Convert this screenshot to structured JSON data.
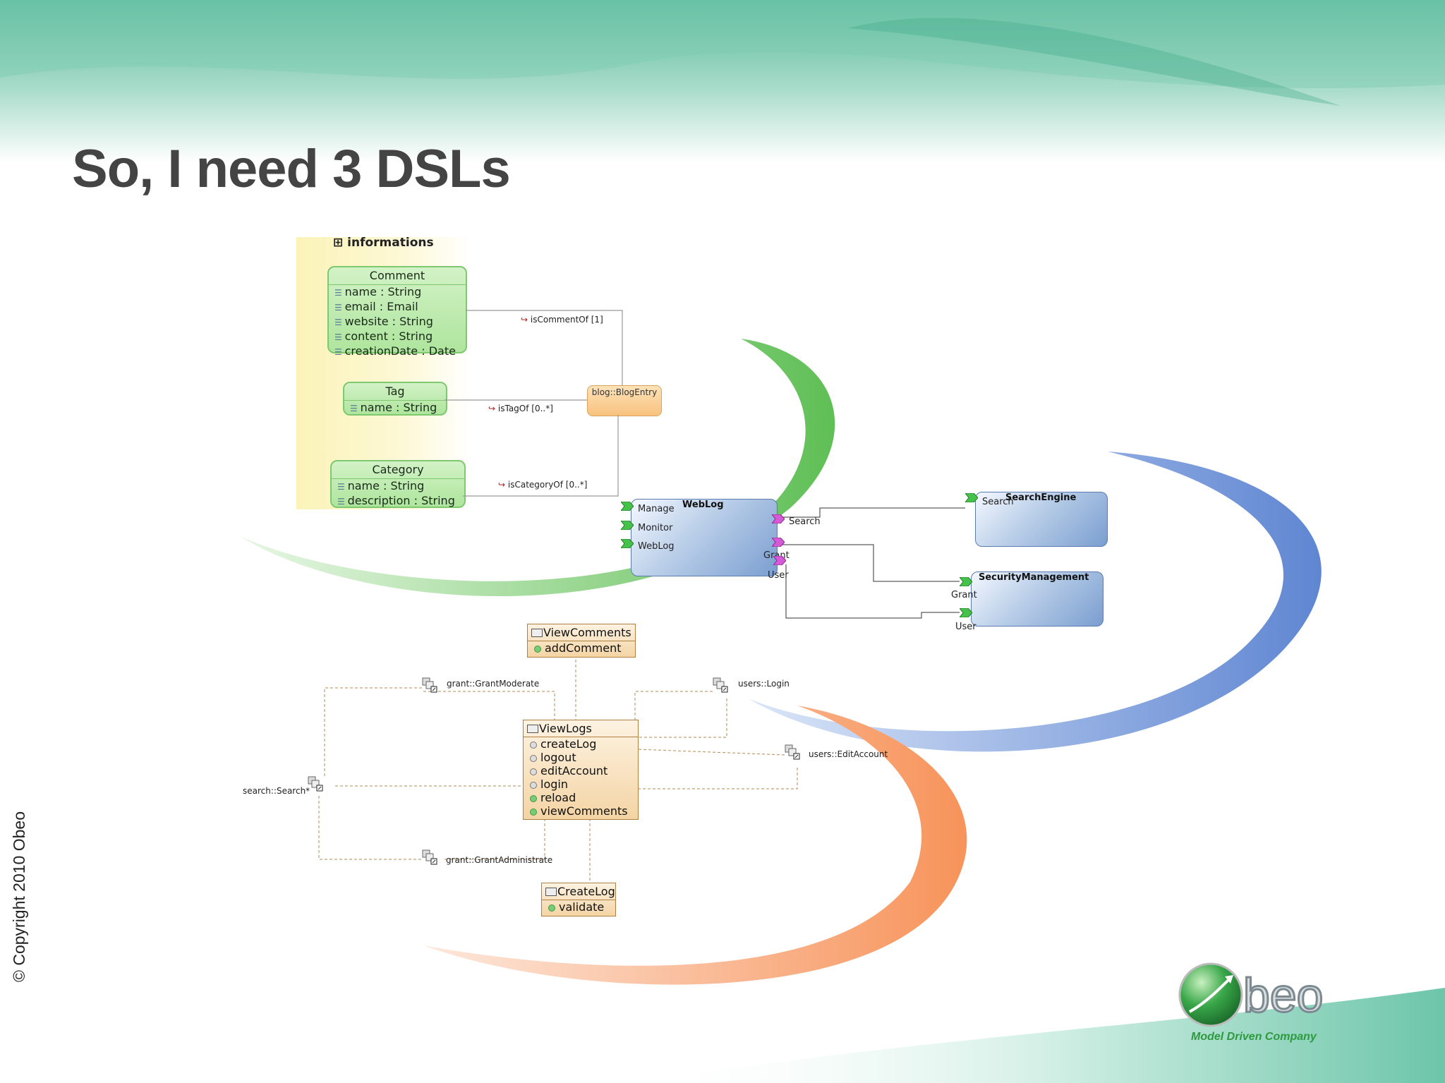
{
  "slide": {
    "title": "So, I need 3 DSLs",
    "copyright": "© Copyright 2010 Obeo"
  },
  "colors": {
    "accent_green": "#6bc35f",
    "accent_blue": "#6f95d6",
    "accent_orange": "#f79b62",
    "title": "#444444"
  },
  "informations": {
    "package_label": "informations",
    "classes": [
      {
        "name": "Comment",
        "attributes": [
          "name : String",
          "email : Email",
          "website : String",
          "content : String",
          "creationDate : Date"
        ]
      },
      {
        "name": "Tag",
        "attributes": [
          "name : String"
        ]
      },
      {
        "name": "Category",
        "attributes": [
          "name : String",
          "description : String"
        ]
      }
    ],
    "target": "blog::BlogEntry",
    "references": [
      "isCommentOf [1]",
      "isTagOf [0..*]",
      "isCategoryOf [0..*]"
    ]
  },
  "components": {
    "weblog": {
      "name": "WebLog",
      "provided": [
        "Manage",
        "Monitor",
        "WebLog"
      ],
      "required": [
        "Search",
        "Grant",
        "User"
      ]
    },
    "search_engine": {
      "name": "SearchEngine",
      "port": "Search"
    },
    "security": {
      "name": "SecurityManagement",
      "ports": [
        "Grant",
        "User"
      ]
    }
  },
  "views": {
    "view_comments": {
      "name": "ViewComments",
      "actions": [
        "addComment"
      ]
    },
    "view_logs": {
      "name": "ViewLogs",
      "actions": [
        "createLog",
        "logout",
        "editAccount",
        "login",
        "reload",
        "viewComments"
      ]
    },
    "create_log": {
      "name": "CreateLog",
      "actions": [
        "validate"
      ]
    },
    "links": [
      "grant::GrantModerate",
      "users::Login",
      "users::EditAccount",
      "search::Search*",
      "grant::GrantAdministrate"
    ]
  },
  "logo": {
    "brand": "Obeo",
    "text": "beo",
    "tagline": "Model Driven Company"
  }
}
